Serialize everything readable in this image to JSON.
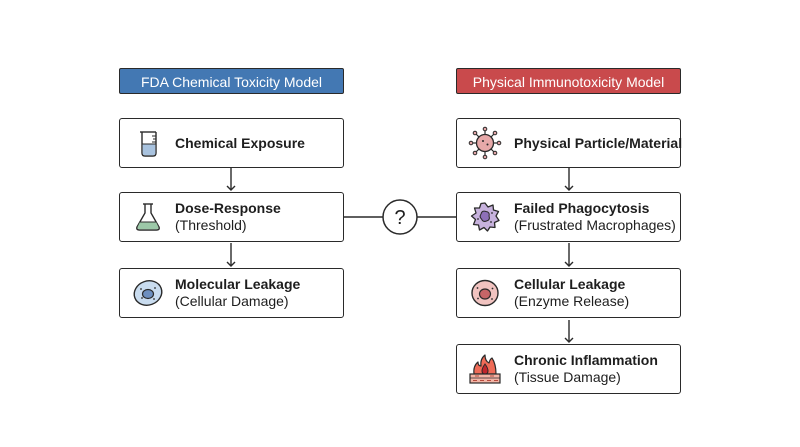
{
  "left_column": {
    "title": "FDA Chemical Toxicity Model",
    "color": "#4378b3",
    "nodes": [
      {
        "label": "Chemical Exposure",
        "sublabel": "",
        "icon": "beaker-icon"
      },
      {
        "label": "Dose-Response",
        "sublabel": "(Threshold)",
        "icon": "flask-icon"
      },
      {
        "label": "Molecular Leakage",
        "sublabel": "(Cellular Damage)",
        "icon": "cell-icon"
      }
    ]
  },
  "right_column": {
    "title": "Physical Immunotoxicity Model",
    "color": "#c94a4c",
    "nodes": [
      {
        "label": "Physical Particle/Material",
        "sublabel": "",
        "icon": "virus-particle-icon"
      },
      {
        "label": "Failed Phagocytosis",
        "sublabel": "(Frustrated Macrophages)",
        "icon": "macrophage-icon"
      },
      {
        "label": "Cellular Leakage",
        "sublabel": "(Enzyme Release)",
        "icon": "leaking-cell-icon"
      },
      {
        "label": "Chronic Inflammation",
        "sublabel": "(Tissue Damage)",
        "icon": "inflamed-tissue-icon"
      }
    ]
  },
  "bridge": {
    "symbol": "?"
  }
}
